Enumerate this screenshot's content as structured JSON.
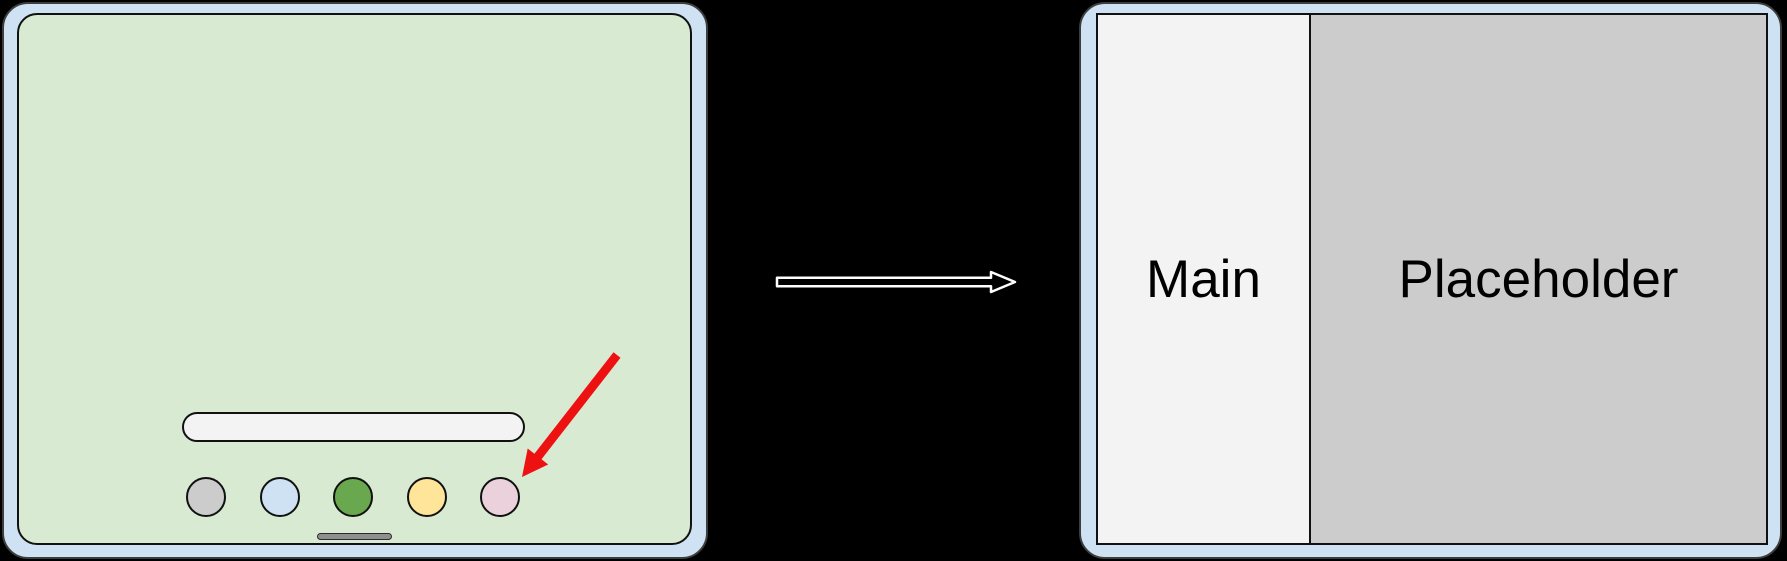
{
  "background_color": "#000000",
  "before_device": {
    "bezel_color": "#cfe2f3",
    "screen_color": "#d9ead3",
    "search_bar_color": "#f3f3f3",
    "home_indicator_color": "#8f8f8f",
    "dock_icons": [
      {
        "name": "dock-icon-1",
        "color": "#cccccc"
      },
      {
        "name": "dock-icon-2",
        "color": "#cfe2f3"
      },
      {
        "name": "dock-icon-3",
        "color": "#6aa84f"
      },
      {
        "name": "dock-icon-4",
        "color": "#ffe599"
      },
      {
        "name": "dock-icon-5",
        "color": "#ead1dc"
      }
    ],
    "annotation_arrow": {
      "color": "#ee1111",
      "points_to": "dock-icon-5"
    }
  },
  "transition_arrow": {
    "outline_color": "#ffffff",
    "fill_color": "#000000"
  },
  "after_device": {
    "bezel_color": "#cfe2f3",
    "divider_color": "#111111",
    "text_color": "#000000",
    "panels": [
      {
        "label": "Main",
        "color": "#f3f3f3"
      },
      {
        "label": "Placeholder",
        "color": "#cccccc"
      }
    ]
  }
}
